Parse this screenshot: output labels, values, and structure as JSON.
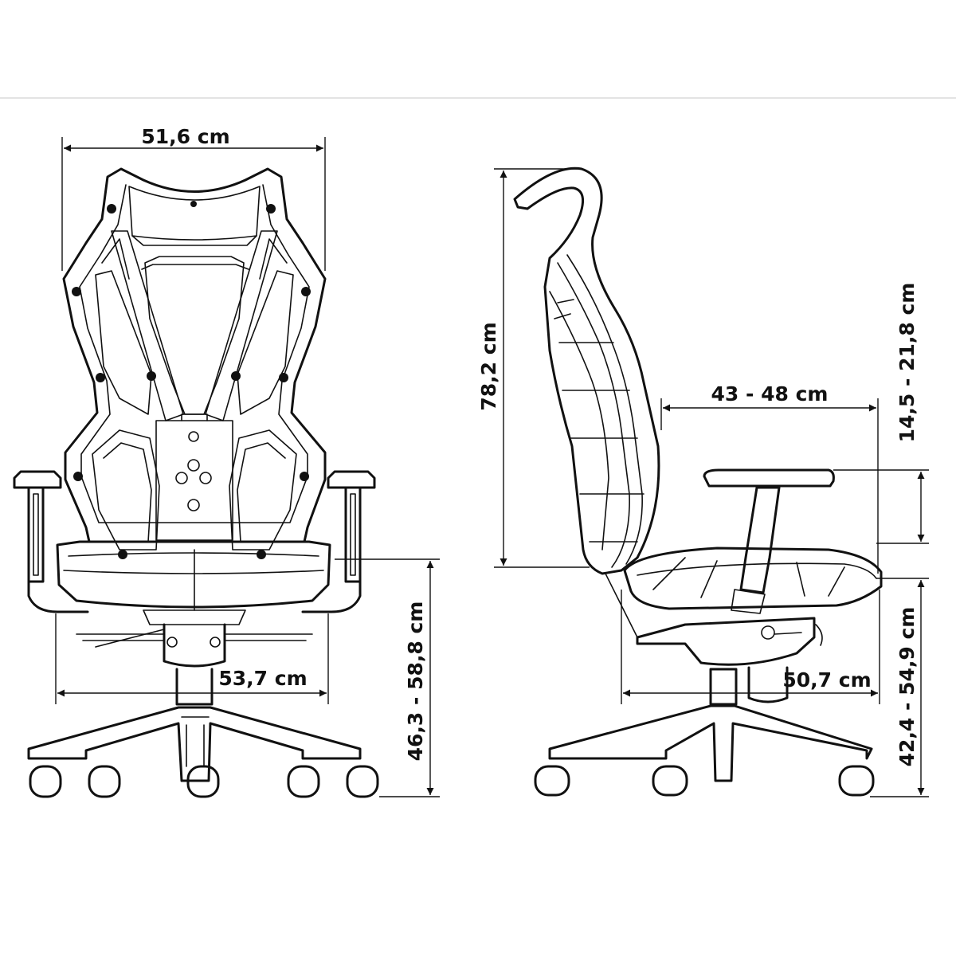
{
  "dimensions": {
    "front_width": "51,6 cm",
    "front_base": "53,7 cm",
    "front_seat_height": "46,3 - 58,8 cm",
    "side_height": "78,2 cm",
    "side_depth": "43 - 48 cm",
    "side_armrest": "14,5 - 21,8 cm",
    "side_base": "50,7 cm",
    "side_seat_height": "42,4 - 54,9 cm"
  },
  "colors": {
    "line": "#111111",
    "background": "#ffffff",
    "separator": "#e3e3e3"
  }
}
